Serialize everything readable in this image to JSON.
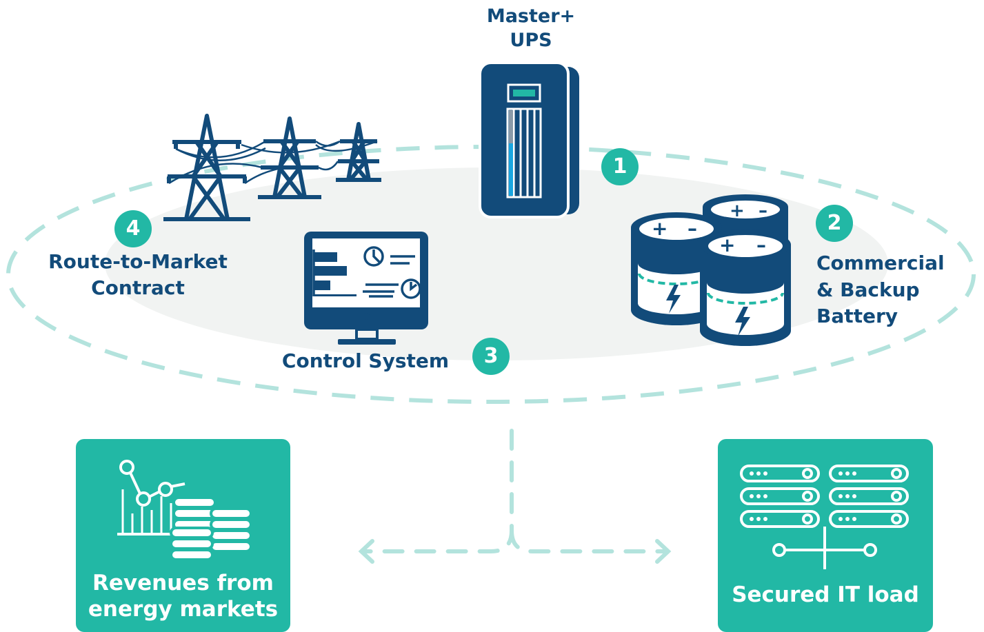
{
  "colors": {
    "navy": "#124b7a",
    "teal": "#22b8a5",
    "mint": "#b3e3dd",
    "ellipse_fill": "#f1f3f2"
  },
  "labels": {
    "ups_line1": "Master+",
    "ups_line2": "UPS",
    "route_line1": "Route-to-Market",
    "route_line2": "Contract",
    "control": "Control System",
    "battery_line1": "Commercial",
    "battery_line2": "& Backup",
    "battery_line3": "Battery"
  },
  "badges": {
    "one": "1",
    "two": "2",
    "three": "3",
    "four": "4"
  },
  "cards": {
    "revenue_line1": "Revenues from",
    "revenue_line2": "energy markets",
    "secured": "Secured IT load"
  },
  "icons": [
    "transmission-tower-icon",
    "ups-cabinet-icon",
    "battery-icon",
    "monitor-dashboard-icon",
    "chart-coins-icon",
    "server-rack-icon"
  ]
}
